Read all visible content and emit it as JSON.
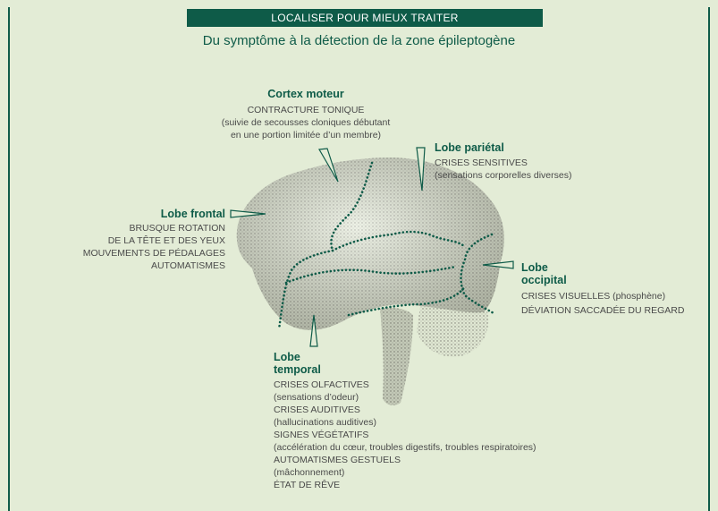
{
  "header": {
    "banner": "LOCALISER POUR MIEUX TRAITER",
    "subtitle": "Du symptôme à la détection de la zone épileptogène"
  },
  "regions": {
    "moteur": {
      "title": "Cortex moteur",
      "lines": [
        "CONTRACTURE TONIQUE",
        "(suivie de secousses cloniques débutant",
        "en une portion limitée d’un membre)"
      ]
    },
    "parietal": {
      "title": "Lobe pariétal",
      "lines": [
        "CRISES SENSITIVES",
        "(sensations corporelles diverses)"
      ]
    },
    "frontal": {
      "title": "Lobe frontal",
      "lines": [
        "BRUSQUE ROTATION",
        "DE LA TÊTE ET DES YEUX",
        "MOUVEMENTS DE PÉDALAGES",
        "AUTOMATISMES"
      ]
    },
    "occipital": {
      "title1": "Lobe",
      "title2": "occipital",
      "lines": [
        "CRISES VISUELLES (phosphène)",
        "DÉVIATION SACCADÉE DU REGARD"
      ]
    },
    "temporal": {
      "title1": "Lobe",
      "title2": "temporal",
      "lines": [
        "CRISES OLFACTIVES",
        "(sensations d’odeur)",
        "CRISES AUDITIVES",
        "(hallucinations auditives)",
        "SIGNES VÉGÉTATIFS",
        "(accélération du cœur, troubles digestifs, troubles respiratoires)",
        "AUTOMATISMES GESTUELS",
        "(mâchonnement)",
        "ÉTAT DE RÊVE"
      ]
    }
  },
  "colors": {
    "accent": "#0e5b48",
    "background": "#e3ecd6",
    "text": "#4a4a4a"
  }
}
